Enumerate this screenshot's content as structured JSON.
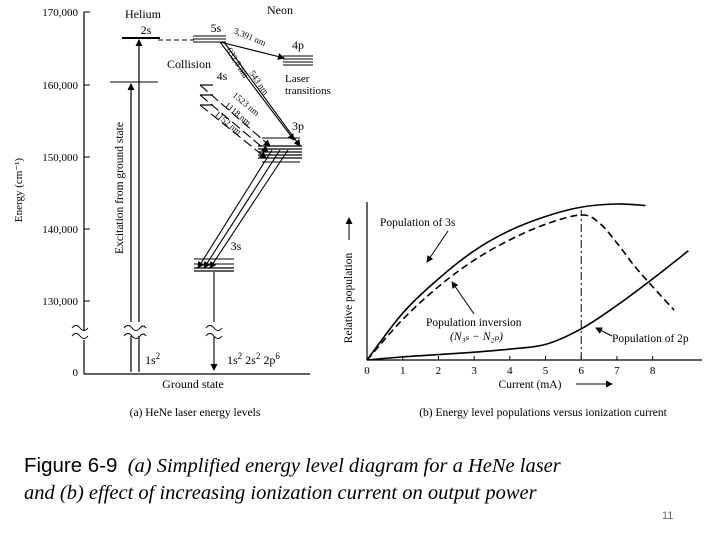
{
  "panel_a": {
    "y_axis_label": "Energy (cm⁻¹)",
    "y_ticks": [
      "170,000",
      "160,000",
      "150,000",
      "140,000",
      "130,000",
      "0"
    ],
    "helium_title": "Helium",
    "helium_level": "2s",
    "excitation_label": "Excitation from ground state",
    "neon_title": "Neon",
    "collision_label": "Collision",
    "neon_levels": {
      "5s": "5s",
      "4s": "4s",
      "4p": "4p",
      "3p": "3p",
      "3s": "3s"
    },
    "wavelengths": {
      "w3391": "3,391 nm",
      "w6328": "632.8 nm",
      "w543": "543 nm",
      "w1523": "1523 nm",
      "w1118": "1118 nm",
      "w1152": "1152 nm"
    },
    "laser_transitions_line1": "Laser",
    "laser_transitions_line2": "transitions",
    "he_ground": "1s",
    "he_ground_sup": "2",
    "ne_ground_1": "1s",
    "ne_ground_1_sup": "2",
    "ne_ground_2": "2s",
    "ne_ground_2_sup": "2",
    "ne_ground_3": "2p",
    "ne_ground_3_sup": "6",
    "ground_state_label": "Ground state",
    "caption": "(a) HeNe laser energy levels"
  },
  "panel_b": {
    "y_axis_label": "Relative population",
    "x_axis_label": "Current (mA)",
    "x_ticks": [
      "0",
      "1",
      "2",
      "3",
      "4",
      "5",
      "6",
      "7",
      "8"
    ],
    "label_3s": "Population of 3s",
    "label_inversion": "Population inversion",
    "label_inversion_formula": "(N₃ₛ − N₂ₚ)",
    "label_2p": "Population of 2p",
    "caption": "(b) Energy level populations versus ionization current"
  },
  "chart_data": {
    "type": "line",
    "xlabel": "Current (mA)",
    "ylabel": "Relative population",
    "xlim": [
      0,
      9
    ],
    "ylim": [
      0,
      1
    ],
    "grid": false,
    "series": [
      {
        "name": "Population of 3s",
        "style": "solid",
        "x": [
          0,
          1,
          2,
          3,
          4,
          5,
          6,
          7,
          7.8
        ],
        "y": [
          0.0,
          0.3,
          0.52,
          0.7,
          0.83,
          0.92,
          0.98,
          1.0,
          0.99
        ]
      },
      {
        "name": "Population inversion",
        "style": "dashed",
        "x": [
          0,
          1,
          2,
          3,
          4,
          5,
          6,
          6.5,
          7,
          7.5,
          8,
          8.6
        ],
        "y": [
          0.0,
          0.26,
          0.47,
          0.64,
          0.77,
          0.87,
          0.93,
          0.88,
          0.75,
          0.6,
          0.47,
          0.32
        ]
      },
      {
        "name": "Population of 2p",
        "style": "solid",
        "x": [
          0,
          1,
          2,
          3,
          4,
          5,
          6,
          7,
          8,
          9
        ],
        "y": [
          0.0,
          0.02,
          0.035,
          0.05,
          0.07,
          0.1,
          0.2,
          0.35,
          0.52,
          0.7
        ]
      }
    ],
    "annotations": [
      {
        "type": "vline",
        "x": 6,
        "style": "dash-dot"
      }
    ]
  },
  "figure_caption": {
    "label": "Figure 6-9",
    "text_line1": "(a) Simplified energy level diagram for a HeNe laser",
    "text_line2": "and (b) effect of increasing ionization current on output power"
  },
  "page_number": "11"
}
